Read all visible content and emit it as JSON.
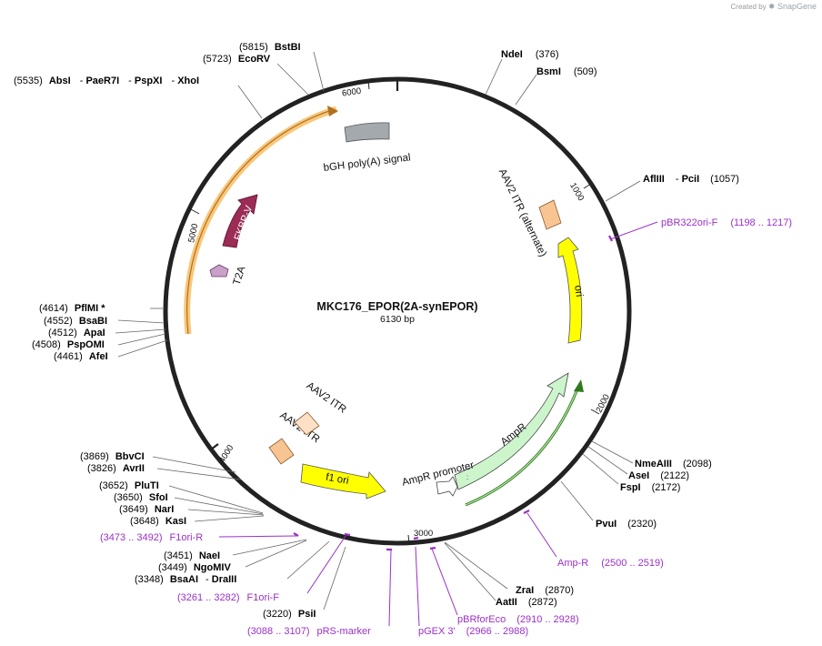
{
  "credit": {
    "prefix": "Created by",
    "brand": "SnapGene"
  },
  "plasmid": {
    "name": "MKC176_EPOR(2A-synEPOR)",
    "length_label": "6130 bp"
  },
  "ticks": [
    "1000",
    "2000",
    "3000",
    "4000",
    "5000",
    "6000"
  ],
  "features": [
    {
      "name": "bGH poly(A) signal",
      "color": "#a4a9ae"
    },
    {
      "name": "AAV2 ITR (alternate)",
      "color": "#f8c592"
    },
    {
      "name": "ori",
      "color": "#ffff00"
    },
    {
      "name": "AmpR",
      "color": "#ccf5cc"
    },
    {
      "name": "AmpR promoter",
      "color": "#ffffff"
    },
    {
      "name": "f1 ori",
      "color": "#ffff00"
    },
    {
      "name": "AAV2 ITR",
      "color": "#f8c592"
    },
    {
      "name": "AAV2 ITR",
      "color": "#fde0c5"
    },
    {
      "name": "T2A",
      "color": "#c8a0c8"
    },
    {
      "name": "FKBP-V",
      "color": "#9b2c55"
    },
    {
      "name": "",
      "color": "#f9c77a"
    }
  ],
  "sites": [
    {
      "pos": "(5815)",
      "name": "BstBI"
    },
    {
      "pos": "(5723)",
      "name": "EcoRV"
    },
    {
      "pos": "(5535)",
      "name": "AbsI",
      "extra": [
        "PaeR7I",
        "PspXI",
        "XhoI"
      ]
    },
    {
      "pos": "(376)",
      "name": "NdeI"
    },
    {
      "pos": "(509)",
      "name": "BsmI"
    },
    {
      "pos": "(1057)",
      "name": "AflIII",
      "extra": [
        "PciI"
      ]
    },
    {
      "pos": "(4614)",
      "name": "PflMI *"
    },
    {
      "pos": "(4552)",
      "name": "BsaBI"
    },
    {
      "pos": "(4512)",
      "name": "ApaI"
    },
    {
      "pos": "(4508)",
      "name": "PspOMI"
    },
    {
      "pos": "(4461)",
      "name": "AfeI"
    },
    {
      "pos": "(3869)",
      "name": "BbvCI"
    },
    {
      "pos": "(3826)",
      "name": "AvrII"
    },
    {
      "pos": "(3652)",
      "name": "PluTI"
    },
    {
      "pos": "(3650)",
      "name": "SfoI"
    },
    {
      "pos": "(3649)",
      "name": "NarI"
    },
    {
      "pos": "(3648)",
      "name": "KasI"
    },
    {
      "pos": "(3451)",
      "name": "NaeI"
    },
    {
      "pos": "(3449)",
      "name": "NgoMIV"
    },
    {
      "pos": "(3348)",
      "name": "BsaAI",
      "extra": [
        "DraIII"
      ]
    },
    {
      "pos": "(3220)",
      "name": "PsiI"
    },
    {
      "pos": "(2098)",
      "name": "NmeAIII"
    },
    {
      "pos": "(2122)",
      "name": "AseI"
    },
    {
      "pos": "(2172)",
      "name": "FspI"
    },
    {
      "pos": "(2320)",
      "name": "PvuI"
    },
    {
      "pos": "(2870)",
      "name": "ZraI"
    },
    {
      "pos": "(2872)",
      "name": "AatII"
    }
  ],
  "primers": [
    {
      "name": "pBR322ori-F",
      "range": "(1198 .. 1217)"
    },
    {
      "name": "Amp-R",
      "range": "(2500 .. 2519)"
    },
    {
      "name": "pBRforEco",
      "range": "(2910 .. 2928)"
    },
    {
      "name": "pGEX 3'",
      "range": "(2966 .. 2988)"
    },
    {
      "name": "pRS-marker",
      "range": "(3088 .. 3107)"
    },
    {
      "name": "F1ori-F",
      "range": "(3261 .. 3282)"
    },
    {
      "name": "F1ori-R",
      "range": "(3473 .. 3492)"
    }
  ]
}
